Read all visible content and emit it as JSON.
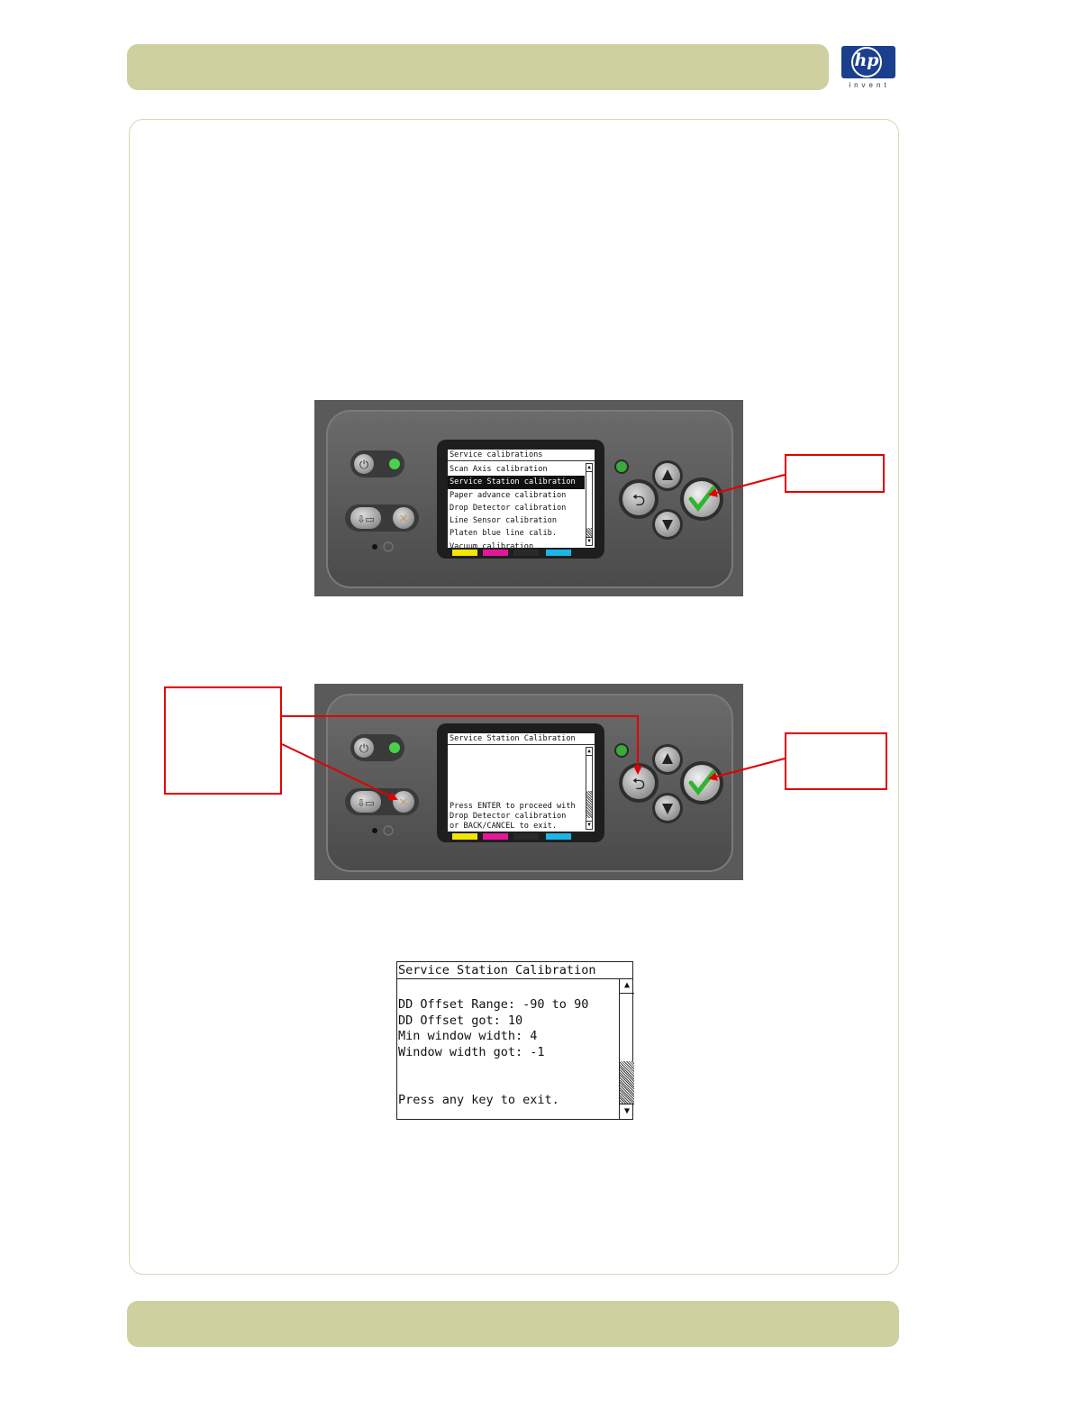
{
  "logo": {
    "mark": "hp",
    "tagline": "invent"
  },
  "panel1": {
    "title": "Service calibrations",
    "items": [
      "Scan Axis calibration",
      "Service Station calibration",
      "Paper advance calibration",
      "Drop Detector calibration",
      "Line Sensor calibration",
      "Platen blue line calib.",
      "Vacuum calibration"
    ],
    "selected_index": 1
  },
  "panel2": {
    "title": "Service Station Calibration",
    "message": [
      "Press ENTER to proceed with",
      "Drop Detector calibration",
      "or BACK/CANCEL to exit."
    ]
  },
  "result_screen": {
    "title": "Service Station Calibration",
    "lines": [
      "DD Offset Range: -90 to 90",
      "DD Offset got: 10",
      "Min window width: 4",
      "Window width got: -1"
    ],
    "footer": "Press any key to exit."
  },
  "colors": {
    "band": "#cfd0a0",
    "callout": "#e00000",
    "ink_bar": [
      "#f5e600",
      "#e6169a",
      "#2a2a2a",
      "#1ab6e8"
    ],
    "confirm_check": "#2fb52f",
    "led": "#4bd04b"
  },
  "icons": [
    "power-icon",
    "back-icon",
    "up-arrow-icon",
    "down-arrow-icon",
    "ok-check-icon",
    "cancel-icon",
    "form-feed-icon"
  ]
}
